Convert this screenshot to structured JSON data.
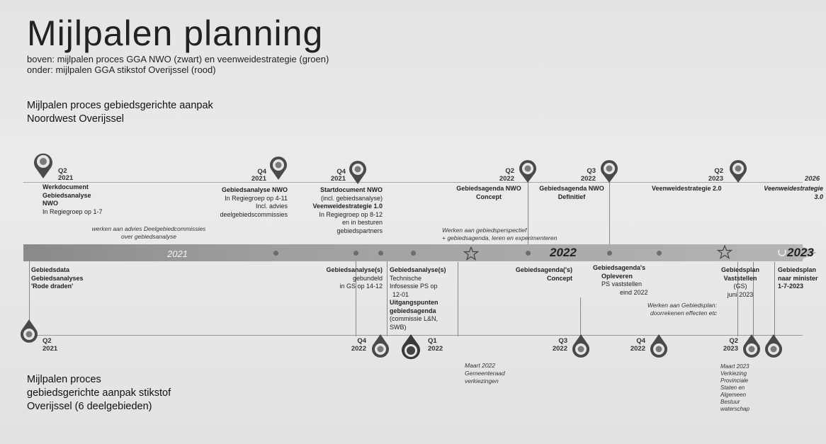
{
  "title": "Mijlpalen planning",
  "subtitle_line1": "boven: mijlpalen proces GGA NWO (zwart) en veenweidestrategie (groen)",
  "subtitle_line2": "onder: mijlpalen GGA stikstof Overijssel (rood)",
  "top_section": {
    "line1": "Mijlpalen proces gebiedsgerichte aanpak",
    "line2": "Noordwest Overijssel"
  },
  "bottom_section": {
    "line1": "Mijlpalen proces",
    "line2": "gebiedsgerichte aanpak stikstof",
    "line3": "Overijssel (6 deelgebieden)"
  },
  "timeline_years": {
    "y2021": "2021",
    "y2022": "2022",
    "y2023": "2023"
  },
  "top_milestones": {
    "m1": {
      "q": "Q2",
      "y": "2021",
      "l1": "Werkdocument",
      "l2": "Gebiedsanalyse",
      "l3": "NWO",
      "l4": "In Regiegroep op 1-7"
    },
    "m2": {
      "q": "Q4",
      "y": "2021",
      "l1": "Gebiedsanalyse NWO",
      "l2": "In Regiegroep op 4-11",
      "l3": "Incl. advies",
      "l4": "deelgebiedscommissies"
    },
    "m3": {
      "q": "Q4",
      "y": "2021",
      "l1": "Startdocument NWO",
      "l2": "(incl. gebiedsanalyse)",
      "l3": "Veenweidestrategie 1.0",
      "l4": "In Regiegroep op 8-12",
      "l5": "en in besturen",
      "l6": "gebiedspartners"
    },
    "m4": {
      "q": "Q2",
      "y": "2022",
      "l1": "Gebiedsagenda NWO",
      "l2": "Concept"
    },
    "m5": {
      "q": "Q3",
      "y": "2022",
      "l1": "Gebiedsagenda NWO",
      "l2": "Definitief"
    },
    "m6": {
      "q": "Q2",
      "y": "2023",
      "l1": "Veenweidestrategie 2.0"
    },
    "m7": {
      "y": "2026",
      "l1": "Veenweidestrategie",
      "l2": "3.0"
    }
  },
  "bar_notes": {
    "advies_l1": "werken aan advies Deelgebiedcommissies",
    "advies_l2": "over gebiedsanalyse",
    "persp_l1": "Werken aan gebiedsperspectief",
    "persp_l2": "+ gebiedsagenda, leren en experimenteren",
    "plan_l1": "Werken aan Gebiedsplan:",
    "plan_l2": "doorrekenen effecten etc"
  },
  "below_bar": {
    "b1": {
      "l1": "Gebiedsdata",
      "l2": "Gebiedsanalyses",
      "l3": "'Rode draden'"
    },
    "b2": {
      "l1": "Gebiedsanalyse(s)",
      "l2": "gebundeld",
      "l3": "in GS op 14-12"
    },
    "b3": {
      "l1": "Gebiedsanalyse(s)",
      "l2": "Technische",
      "l3": "Infosessie PS op",
      "l4": "12-01",
      "l5": "Uitgangspunten",
      "l6": "gebiedsagenda",
      "l7": "(commissie L&N,",
      "l8": "SWB)"
    },
    "b4": {
      "l1": "Gebiedsagenda('s)",
      "l2": "Concept"
    },
    "b5": {
      "l1": "Gebiedsagenda's",
      "l2": "Opleveren",
      "l3": "PS  vaststellen",
      "l4": "eind 2022"
    },
    "b6": {
      "l1": "Gebiedsplan",
      "l2": "Vaststellen",
      "l3": "(GS)",
      "l4": "juni 2023"
    },
    "b7": {
      "l1": "Gebiedsplan",
      "l2": "naar minister",
      "l3": "1-7-2023"
    }
  },
  "bottom_markers": {
    "p1": {
      "q": "Q2",
      "y": "2021"
    },
    "p2": {
      "q": "Q4",
      "y": "2022"
    },
    "p3": {
      "q": "Q1",
      "y": "2022"
    },
    "p4": {
      "q": "Q3",
      "y": "2022"
    },
    "p5": {
      "q": "Q4",
      "y": "2022"
    },
    "p6": {
      "q": "Q2",
      "y": "2023"
    }
  },
  "election_notes": {
    "e2022_l1": "Maart 2022",
    "e2022_l2": "Gemeenteraad",
    "e2022_l3": "verkiezingen",
    "e2023_l1": "Maart 2023",
    "e2023_l2": "Verkiezing",
    "e2023_l3": "Provinciale",
    "e2023_l4": "Staten en",
    "e2023_l5": "Algemeen",
    "e2023_l6": "Bestuur",
    "e2023_l7": "waterschap"
  },
  "colors": {
    "pin_ring": "#4a4a4a",
    "pin_fill": "#9a9a9a",
    "bar_dark": "#8a8a8a",
    "bar_light": "#b4b4b4"
  }
}
